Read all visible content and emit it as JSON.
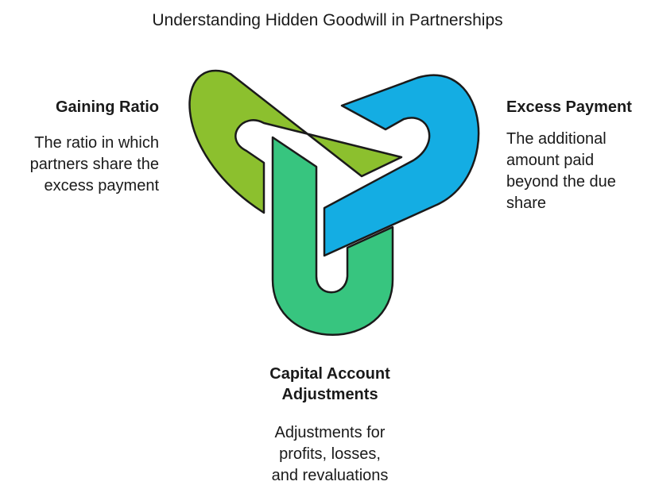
{
  "title": "Understanding Hidden Goodwill in Partnerships",
  "sections": {
    "gaining_ratio": {
      "heading": "Gaining Ratio",
      "description_lines": [
        "The ratio in which",
        "partners share the",
        "excess payment"
      ],
      "color": "#8cc02e"
    },
    "excess_payment": {
      "heading": "Excess Payment",
      "description_lines": [
        "The additional",
        "amount paid",
        "beyond the due",
        "share"
      ],
      "color": "#14ade3"
    },
    "capital_account": {
      "heading_lines": [
        "Capital Account",
        "Adjustments"
      ],
      "description_lines": [
        "Adjustments for",
        "profits, losses,",
        "and revaluations"
      ],
      "color": "#37c57f"
    }
  }
}
